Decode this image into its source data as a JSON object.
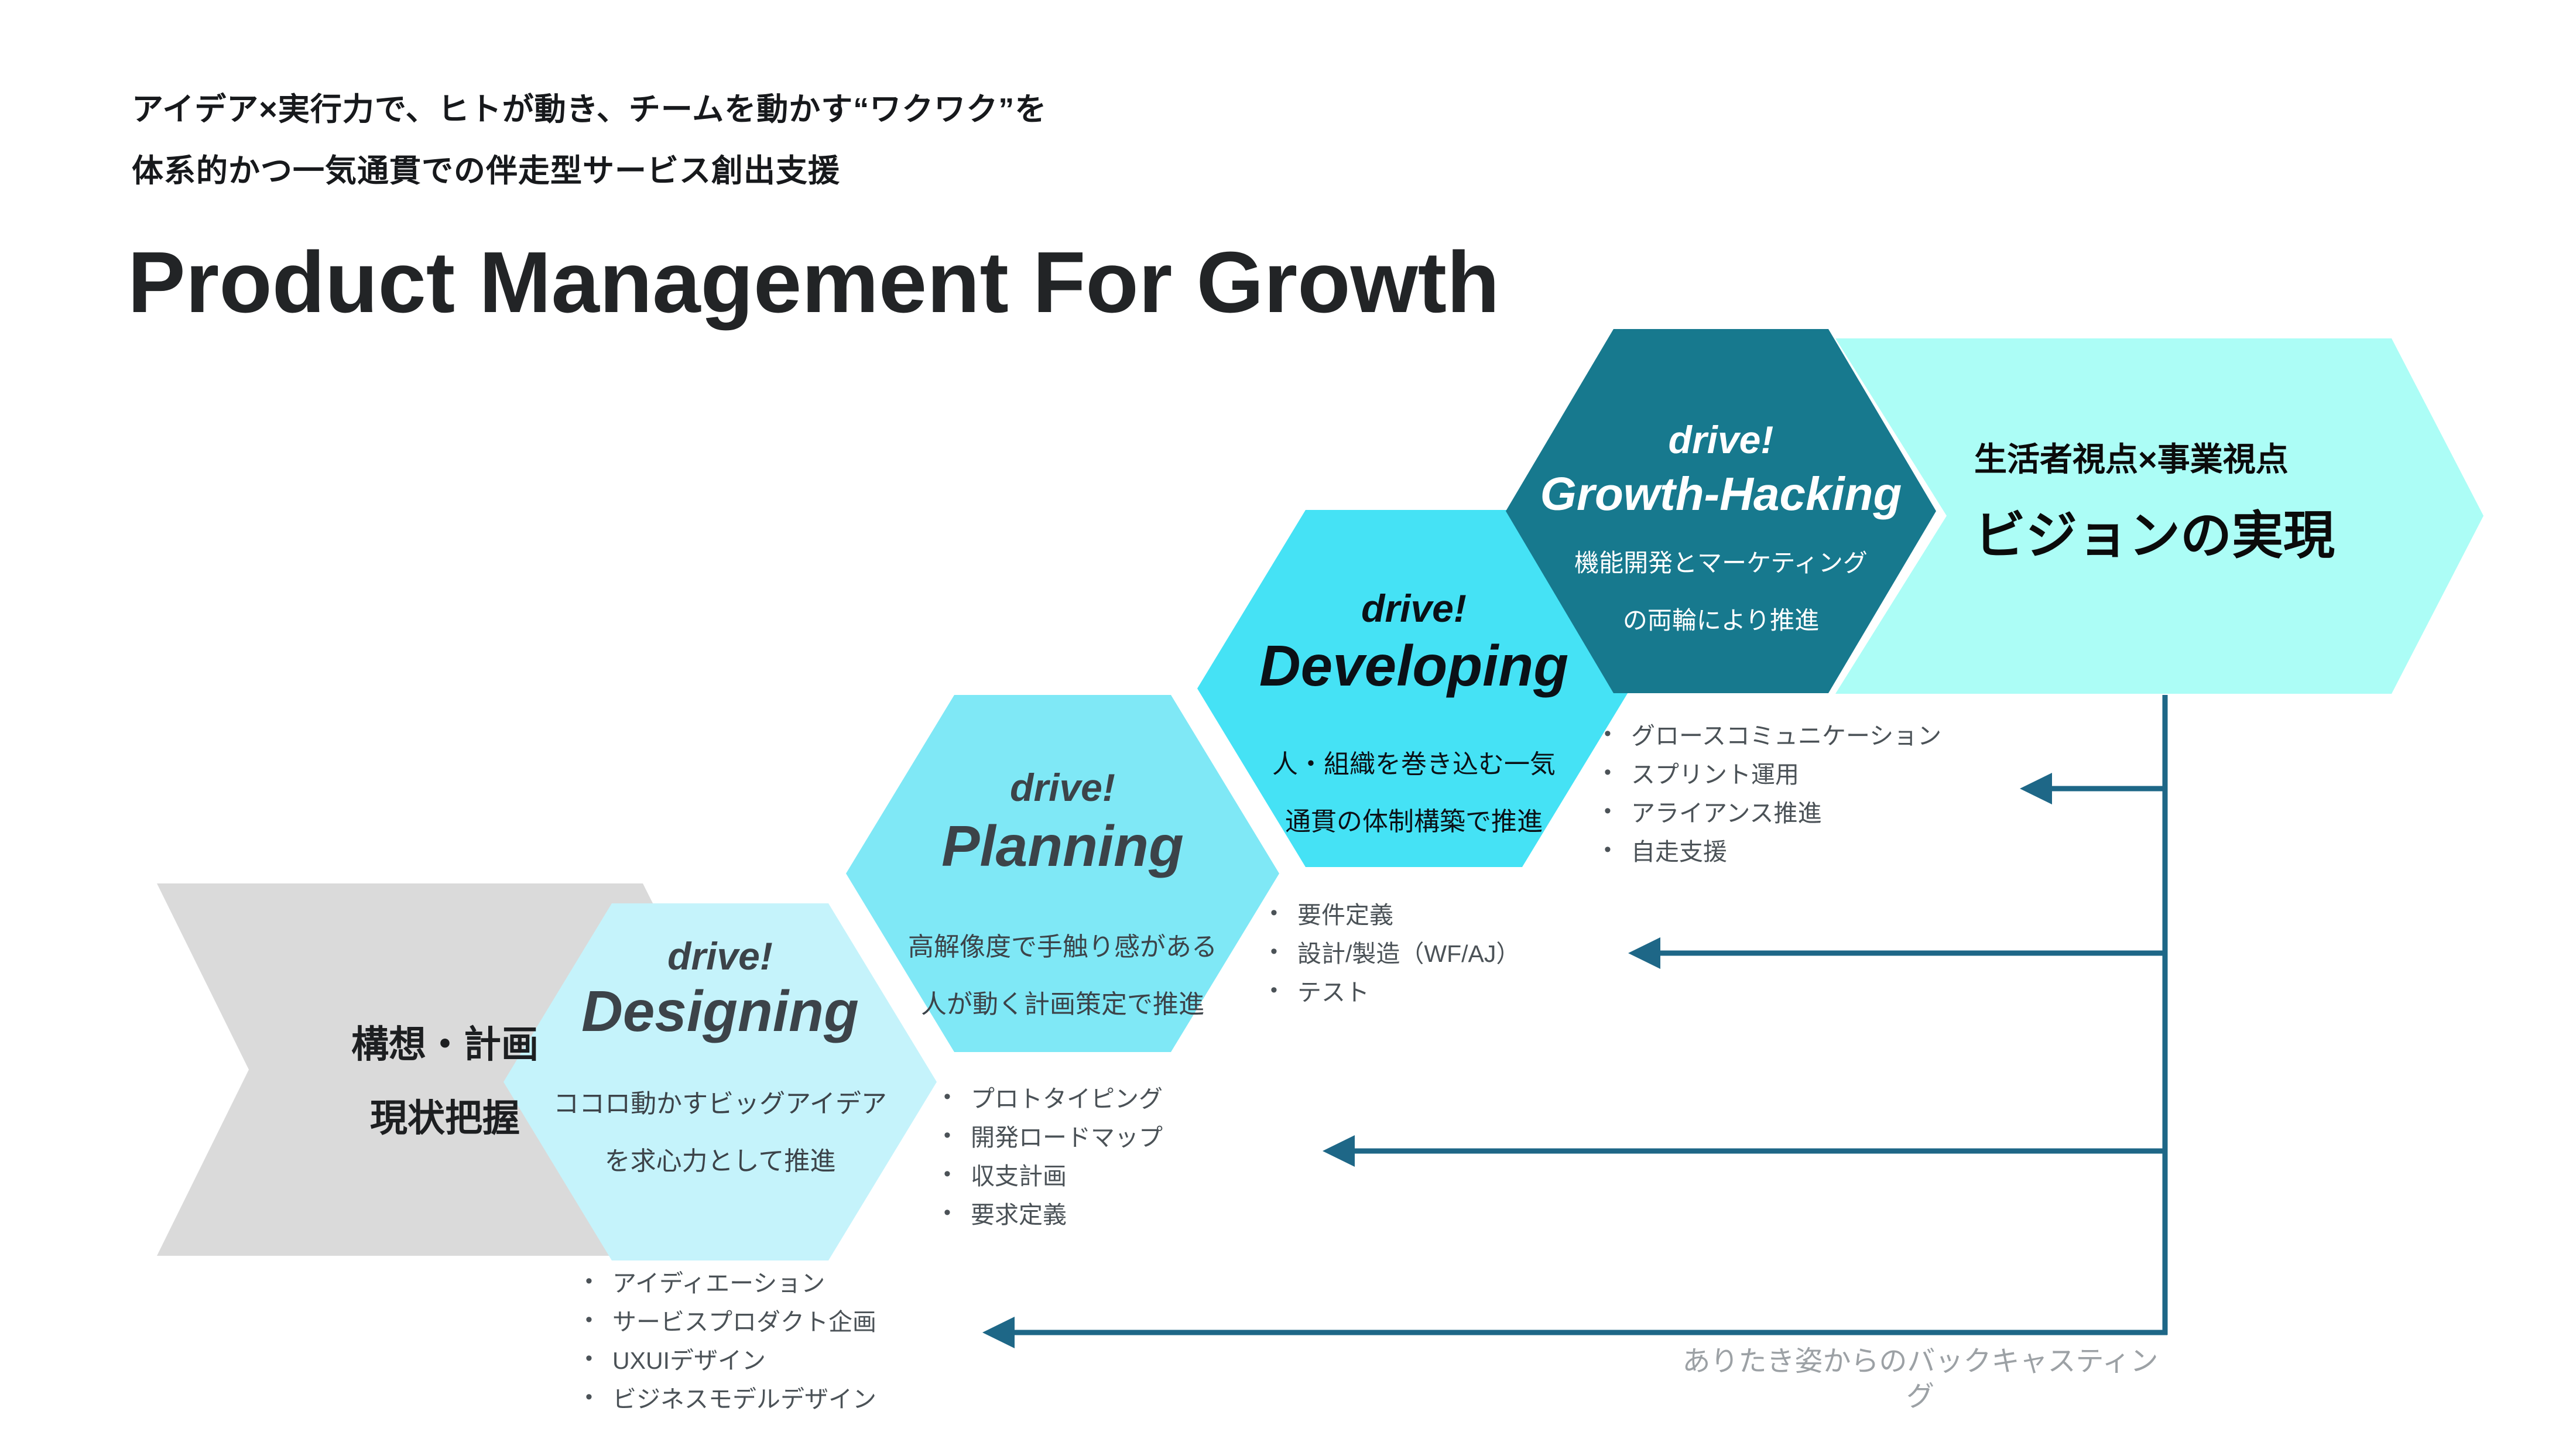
{
  "header": {
    "subtitle_line1": "アイデア×実行力で、ヒトが動き、チームを動かす“ワクワク”を",
    "subtitle_line2": "体系的かつ一気通貫での伴走型サービス創出支援",
    "title": "Product Management For Growth"
  },
  "start_block": {
    "line1": "構想・計画",
    "line2": "現状把握"
  },
  "stages": [
    {
      "brand": "drive!",
      "name": "Designing",
      "desc_line1": "ココロ動かすビッグアイデア",
      "desc_line2": "を求心力として推進",
      "items": [
        "アイディエーション",
        "サービスプロダクト企画",
        "UXUIデザイン",
        "ビジネスモデルデザイン"
      ]
    },
    {
      "brand": "drive!",
      "name": "Planning",
      "desc_line1": "高解像度で手触り感がある",
      "desc_line2": "人が動く計画策定で推進",
      "items": [
        "プロトタイピング",
        "開発ロードマップ",
        "収支計画",
        "要求定義"
      ]
    },
    {
      "brand": "drive!",
      "name": "Developing",
      "desc_line1": "人・組織を巻き込む一気",
      "desc_line2": "通貫の体制構築で推進",
      "items": [
        "要件定義",
        "設計/製造（WF/AJ）",
        "テスト"
      ]
    },
    {
      "brand": "drive!",
      "name": "Growth-Hacking",
      "desc_line1": "機能開発とマーケティング",
      "desc_line2": "の両輪により推進",
      "items": [
        "グロースコミュニケーション",
        "スプリント運用",
        "アライアンス推進",
        "自走支援"
      ]
    }
  ],
  "goal_banner": {
    "line1": "生活者視点×事業視点",
    "line2": "ビジョンの実現"
  },
  "backcasting_caption": "ありたき姿からのバックキャスティング",
  "colors": {
    "background": "#FFFFFF",
    "gray_chevron": "#DADADA",
    "stage_fill_designing": "#C5F3FB",
    "stage_fill_planning": "#7FE8F6",
    "stage_fill_developing": "#45E2F5",
    "stage_fill_growth_hacking": "#17798E",
    "goal_banner_fill": "#ACFDF6",
    "arrow_line": "#1E6787"
  }
}
